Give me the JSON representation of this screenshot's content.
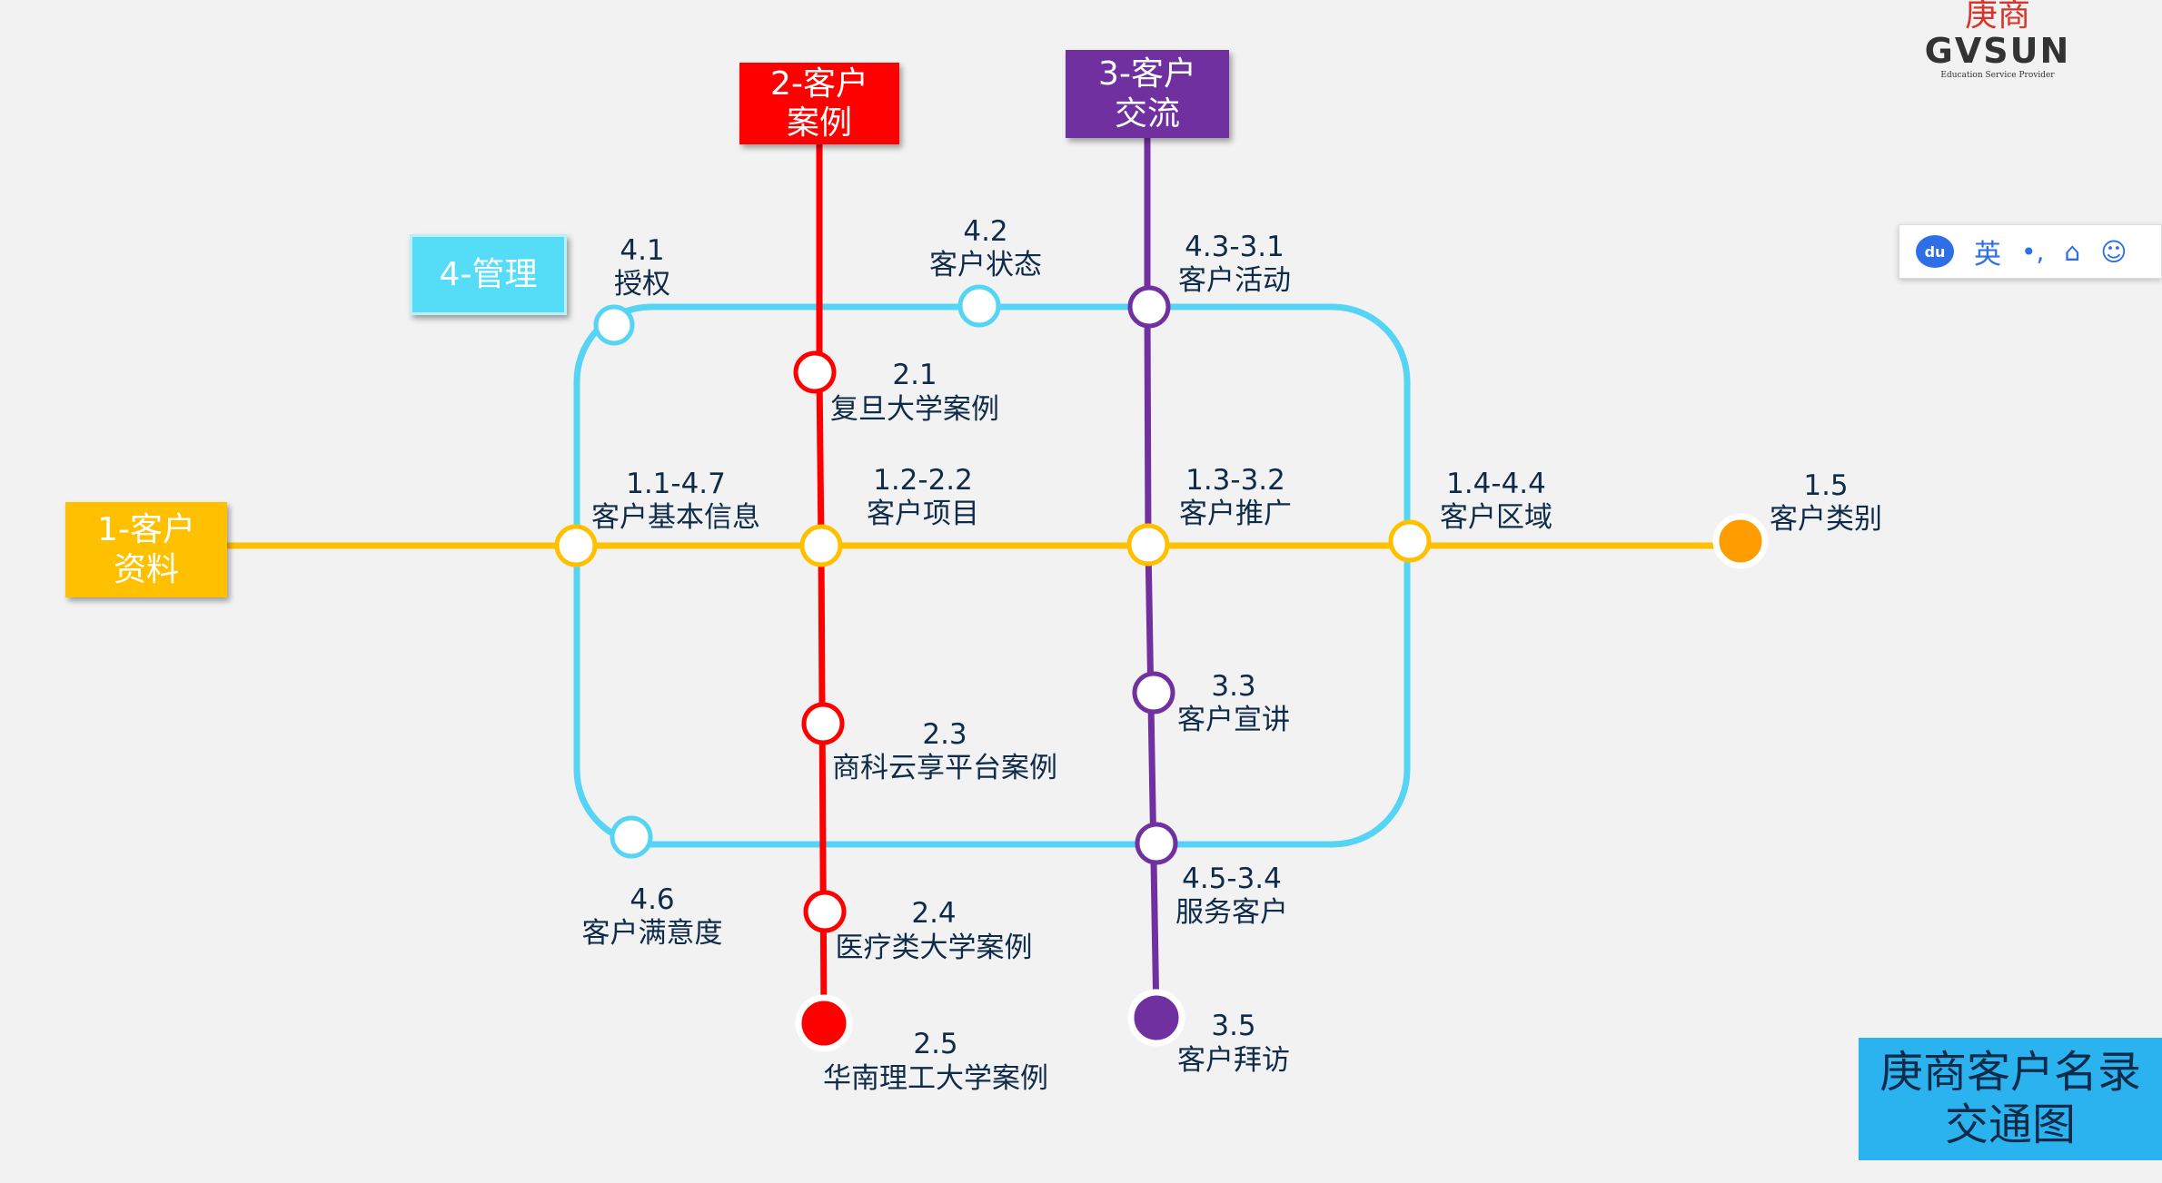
{
  "title": "庚商客户名录\n交通图",
  "lines": {
    "line1": {
      "label": "1-客户\n资料",
      "color": "#ffc000"
    },
    "line2": {
      "label": "2-客户\n案例",
      "color": "#ff0000"
    },
    "line3": {
      "label": "3-客户\n交流",
      "color": "#7030a0"
    },
    "line4": {
      "label": "4-管理",
      "color": "#55dcf7"
    }
  },
  "stations": [
    {
      "id": "s41",
      "code": "4.1",
      "name": "授权"
    },
    {
      "id": "s42",
      "code": "4.2",
      "name": "客户状态"
    },
    {
      "id": "s43",
      "code": "4.3-3.1",
      "name": "客户活动"
    },
    {
      "id": "s21",
      "code": "2.1",
      "name": "复旦大学案例"
    },
    {
      "id": "s11",
      "code": "1.1-4.7",
      "name": "客户基本信息"
    },
    {
      "id": "s12",
      "code": "1.2-2.2",
      "name": "客户项目"
    },
    {
      "id": "s13",
      "code": "1.3-3.2",
      "name": "客户推广"
    },
    {
      "id": "s14",
      "code": "1.4-4.4",
      "name": "客户区域"
    },
    {
      "id": "s15",
      "code": "1.5",
      "name": "客户类别"
    },
    {
      "id": "s33",
      "code": "3.3",
      "name": "客户宣讲"
    },
    {
      "id": "s23",
      "code": "2.3",
      "name": "商科云享平台案例"
    },
    {
      "id": "s46",
      "code": "4.6",
      "name": "客户满意度"
    },
    {
      "id": "s45",
      "code": "4.5-3.4",
      "name": "服务客户"
    },
    {
      "id": "s24",
      "code": "2.4",
      "name": "医疗类大学案例"
    },
    {
      "id": "s25",
      "code": "2.5",
      "name": "华南理工大学案例"
    },
    {
      "id": "s35",
      "code": "3.5",
      "name": "客户拜访"
    }
  ],
  "logo": {
    "cn": "庚商",
    "en": "GVSUN",
    "sub": "Education Service Provider"
  },
  "ime_toolbar": {
    "brand_icon": "du",
    "lang": "英",
    "icons": [
      "punctuation-icon",
      "skin-icon",
      "emoji-icon"
    ]
  }
}
